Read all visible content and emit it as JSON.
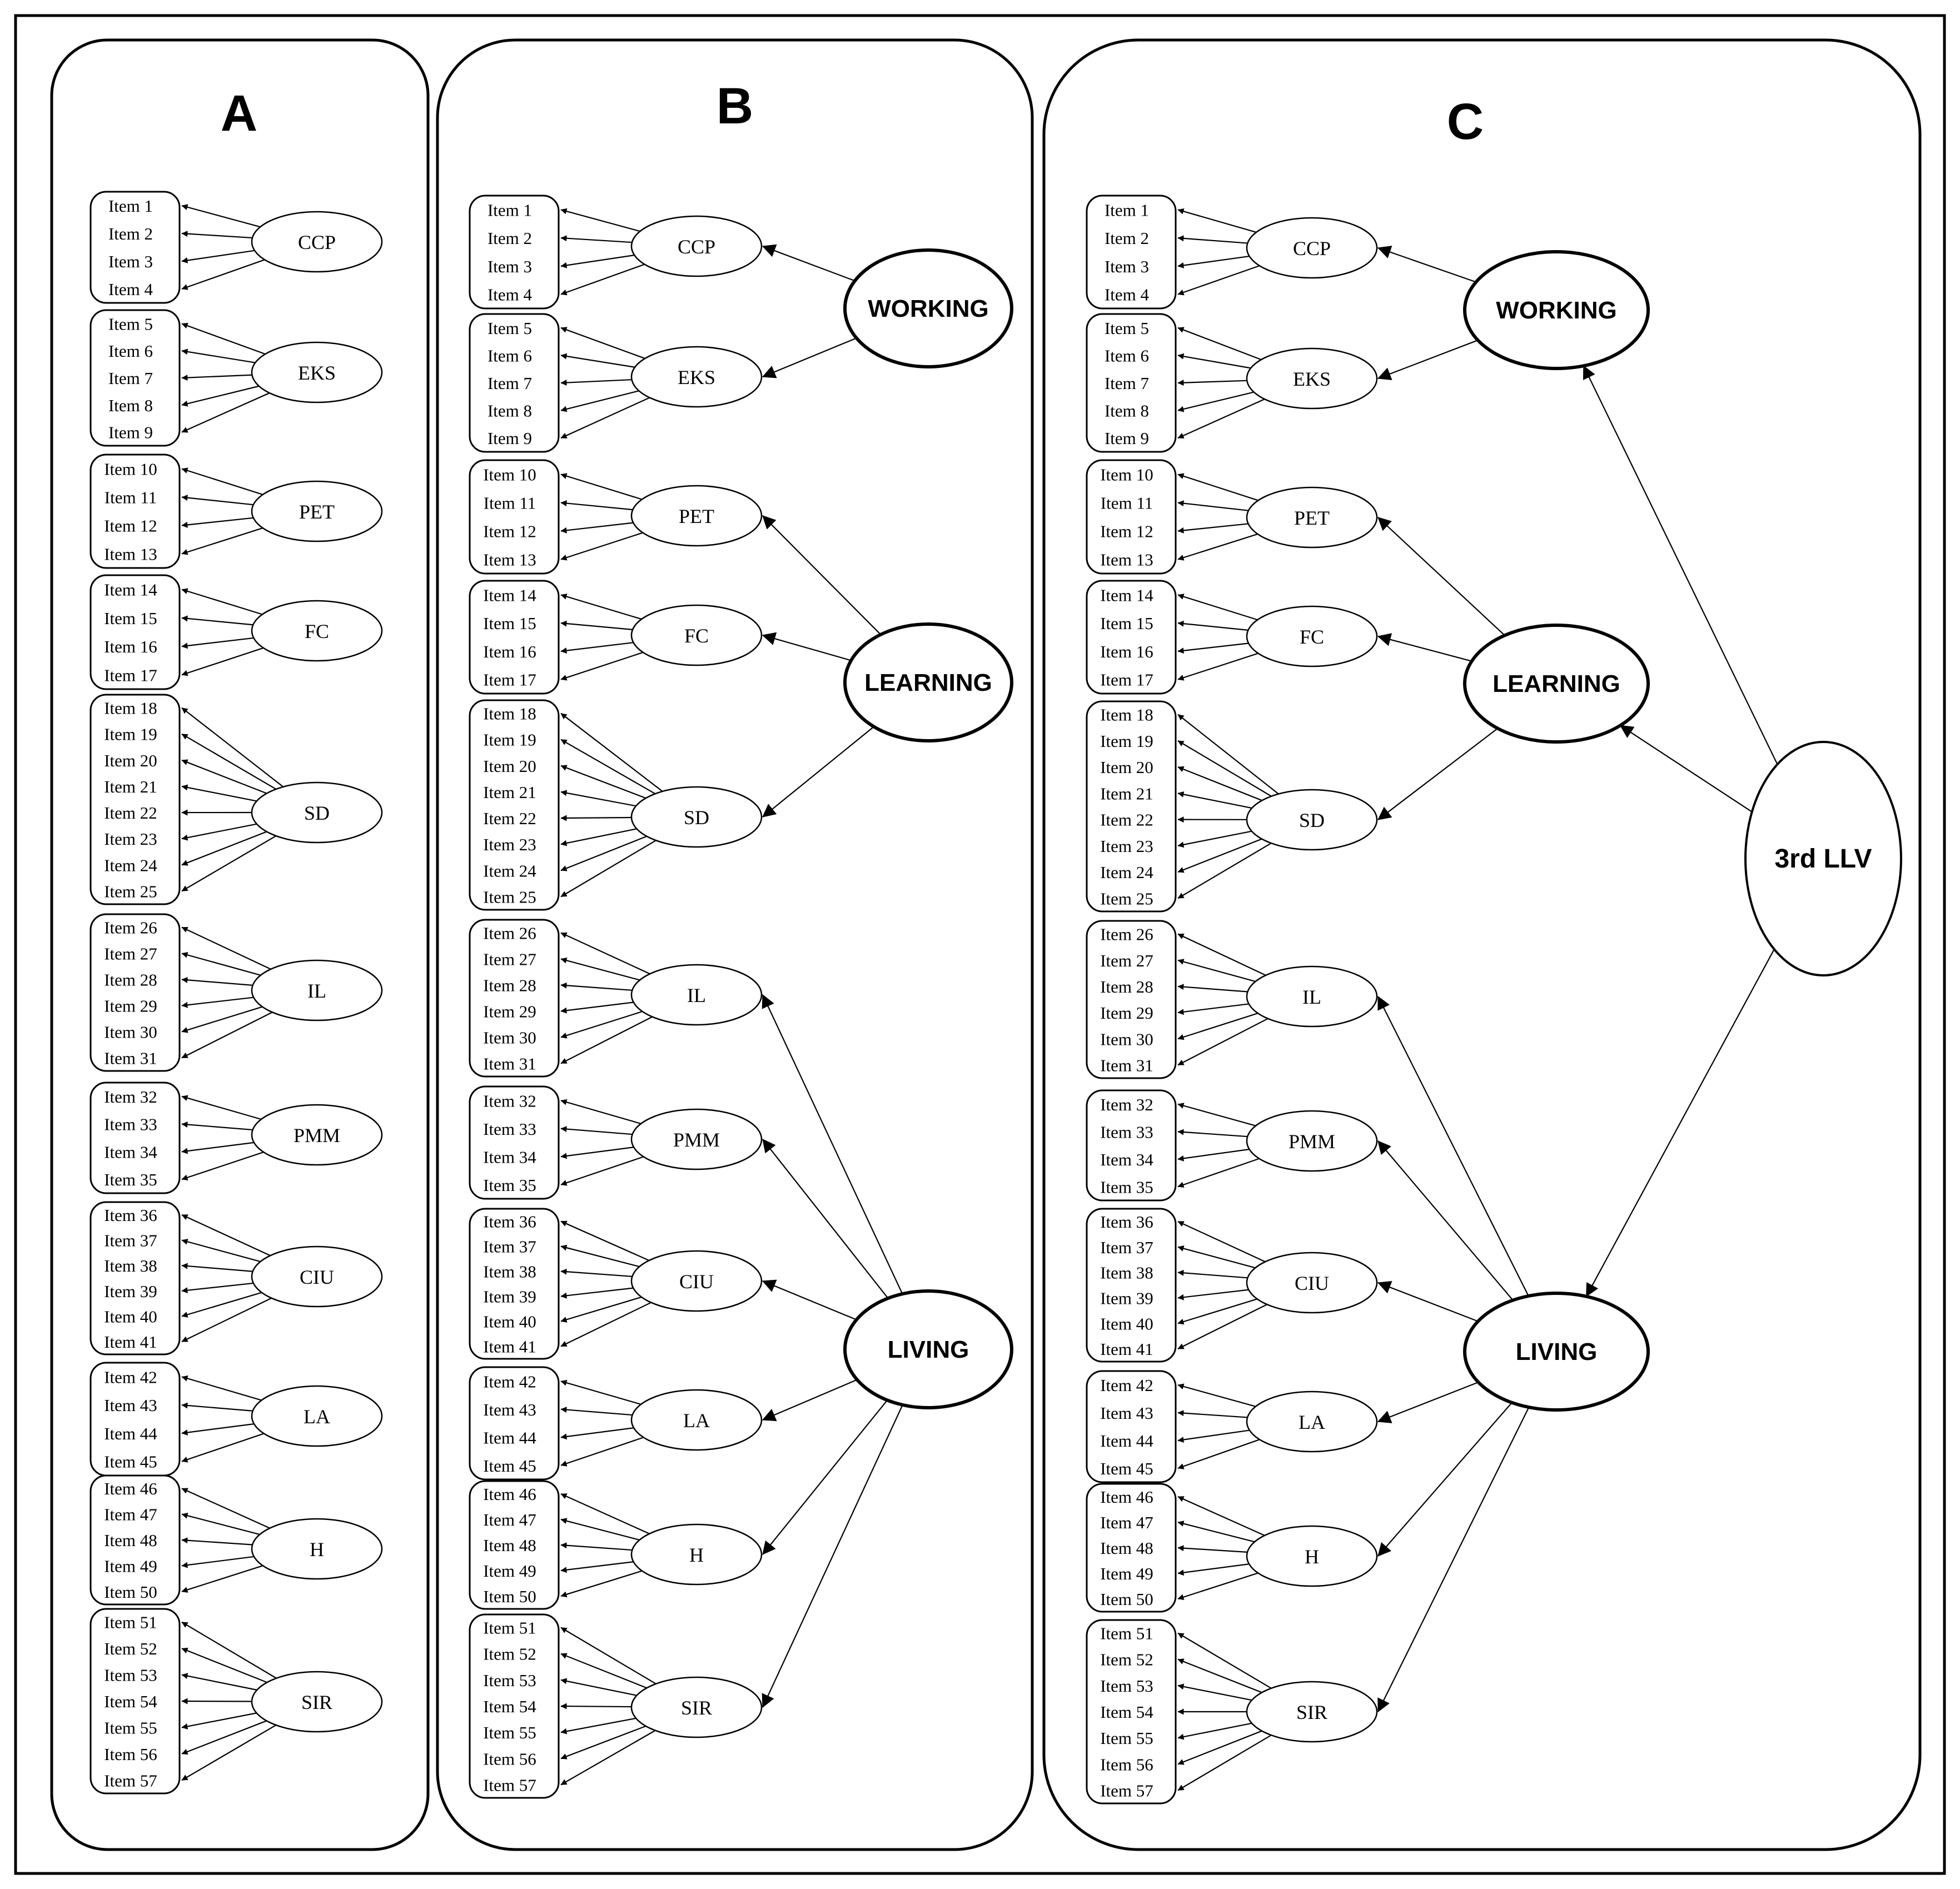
{
  "panels": [
    {
      "label": "A",
      "has_domains": false,
      "has_higher": false
    },
    {
      "label": "B",
      "has_domains": true,
      "has_higher": false
    },
    {
      "label": "C",
      "has_domains": true,
      "has_higher": true
    }
  ],
  "factors": [
    {
      "name": "CCP",
      "items": [
        1,
        2,
        3,
        4
      ],
      "domain": "WORKING"
    },
    {
      "name": "EKS",
      "items": [
        5,
        6,
        7,
        8,
        9
      ],
      "domain": "WORKING"
    },
    {
      "name": "PET",
      "items": [
        10,
        11,
        12,
        13
      ],
      "domain": "LEARNING"
    },
    {
      "name": "FC",
      "items": [
        14,
        15,
        16,
        17
      ],
      "domain": "LEARNING"
    },
    {
      "name": "SD",
      "items": [
        18,
        19,
        20,
        21,
        22,
        23,
        24,
        25
      ],
      "domain": "LEARNING"
    },
    {
      "name": "IL",
      "items": [
        26,
        27,
        28,
        29,
        30,
        31
      ],
      "domain": "LIVING"
    },
    {
      "name": "PMM",
      "items": [
        32,
        33,
        34,
        35
      ],
      "domain": "LIVING"
    },
    {
      "name": "CIU",
      "items": [
        36,
        37,
        38,
        39,
        40,
        41
      ],
      "domain": "LIVING"
    },
    {
      "name": "LA",
      "items": [
        42,
        43,
        44,
        45
      ],
      "domain": "LIVING"
    },
    {
      "name": "H",
      "items": [
        46,
        47,
        48,
        49,
        50
      ],
      "domain": "LIVING"
    },
    {
      "name": "SIR",
      "items": [
        51,
        52,
        53,
        54,
        55,
        56,
        57
      ],
      "domain": "LIVING"
    }
  ],
  "item_prefix": "Item",
  "domains": [
    "WORKING",
    "LEARNING",
    "LIVING"
  ],
  "higher_order": "3rd LLV"
}
